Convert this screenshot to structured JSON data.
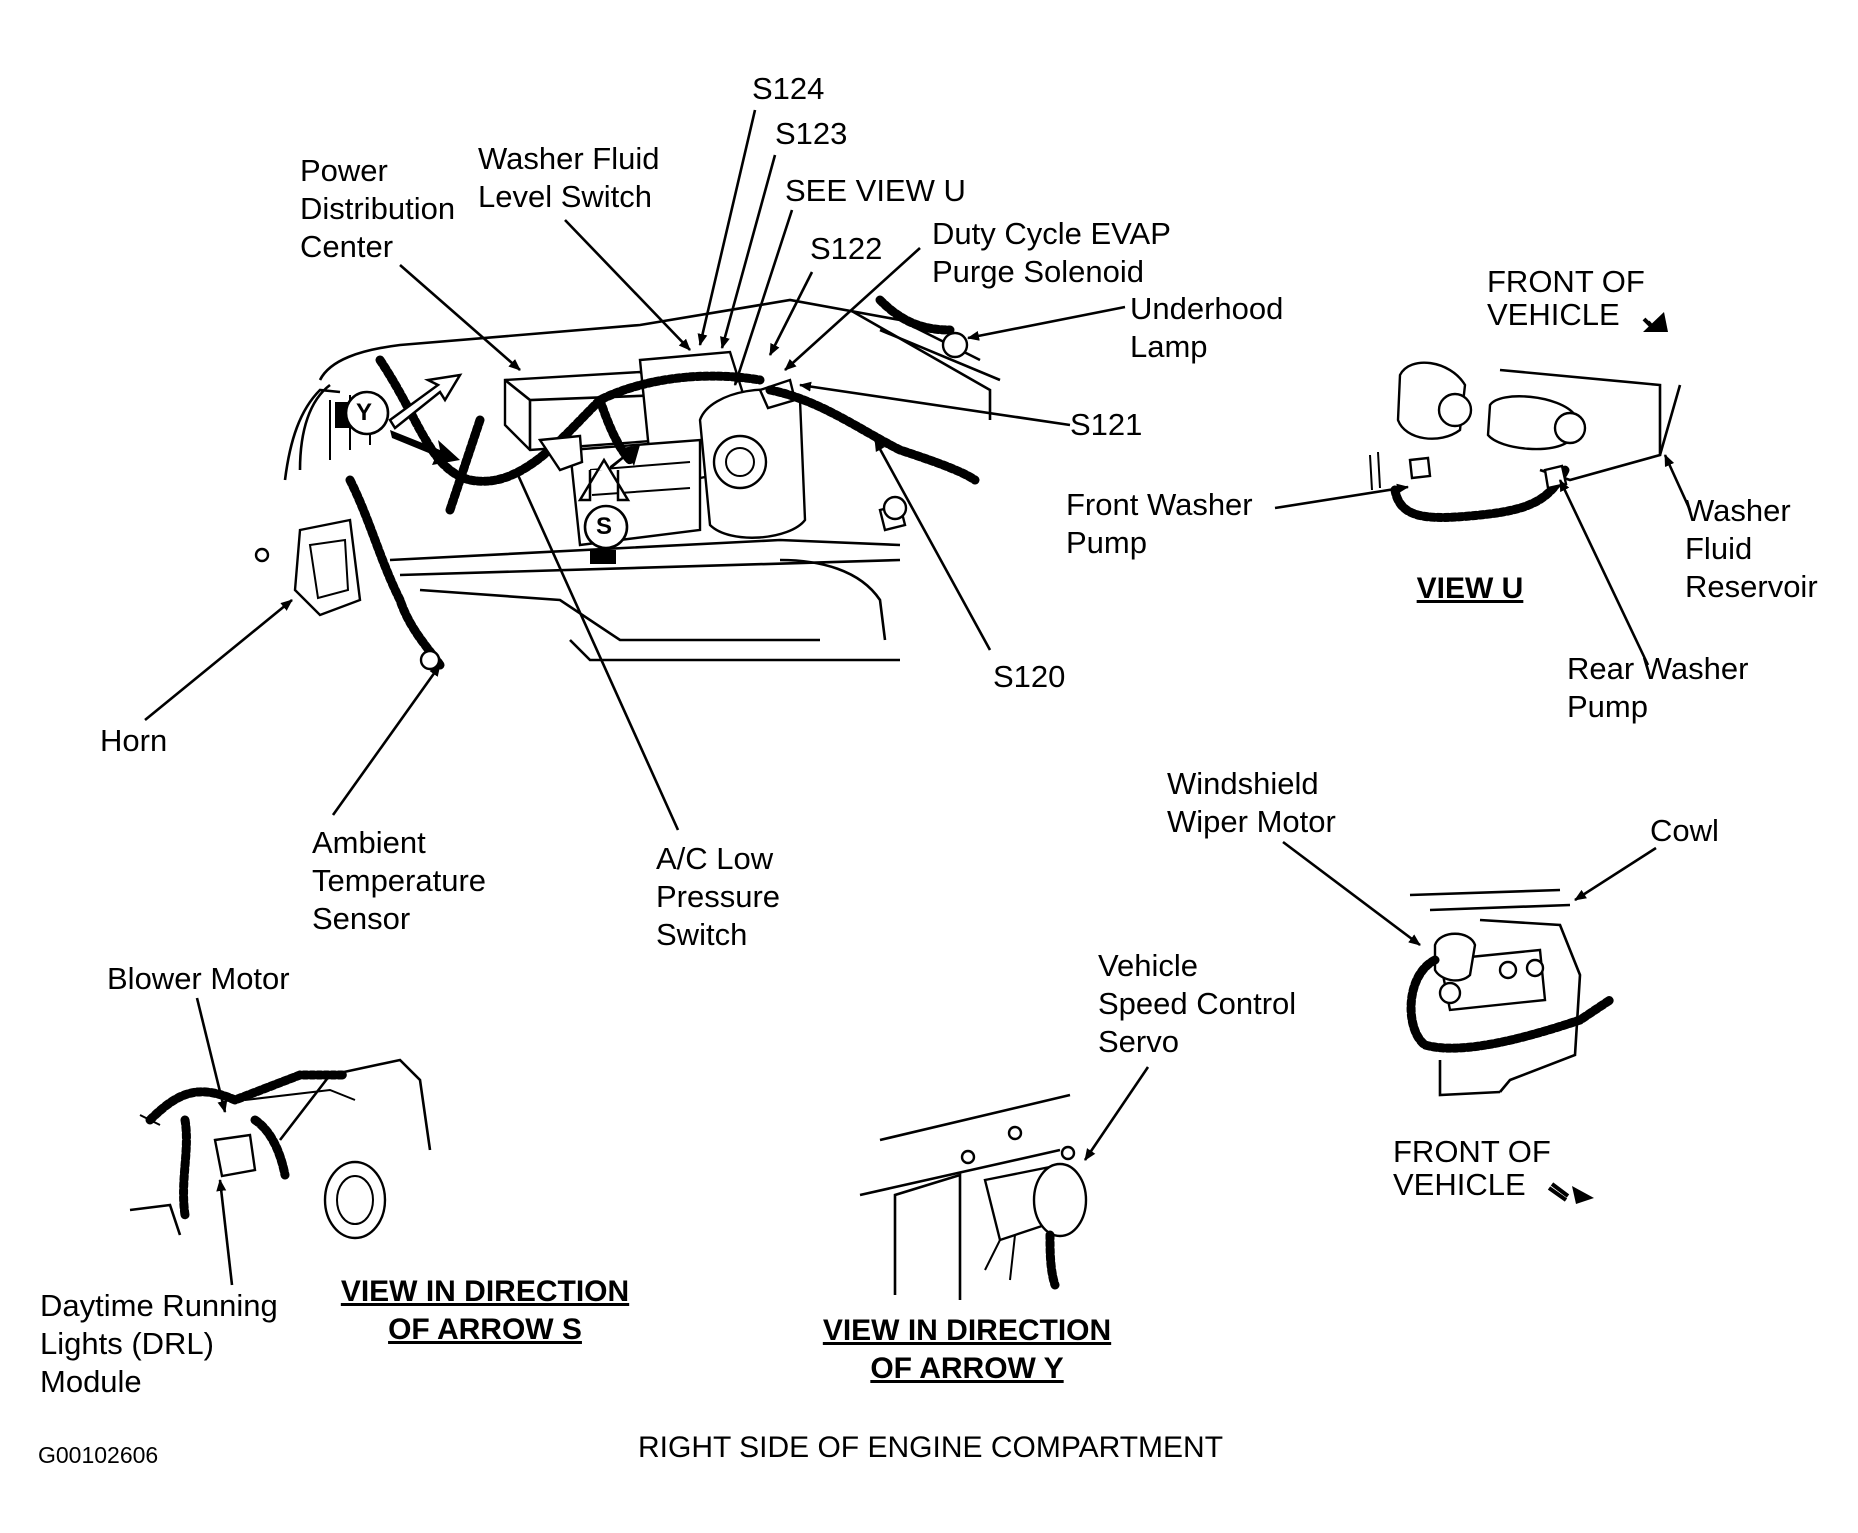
{
  "labels": {
    "s124": "S124",
    "s123": "S123",
    "see_view_u": "SEE VIEW U",
    "s122": "S122",
    "duty_cycle_evap": "Duty Cycle EVAP\nPurge Solenoid",
    "underhood_lamp": "Underhood\nLamp",
    "s121": "S121",
    "s120": "S120",
    "power_distribution_center": "Power\nDistribution\nCenter",
    "washer_fluid_level_switch": "Washer Fluid\nLevel Switch",
    "horn": "Horn",
    "ambient_temperature_sensor": "Ambient\nTemperature\nSensor",
    "ac_low_pressure_switch": "A/C Low\nPressure\nSwitch",
    "front_of_vehicle_top": "FRONT OF\nVEHICLE",
    "front_washer_pump": "Front Washer\nPump",
    "washer_fluid_reservoir": "Washer\nFluid\nReservoir",
    "rear_washer_pump": "Rear Washer\nPump",
    "windshield_wiper_motor": "Windshield\nWiper Motor",
    "cowl": "Cowl",
    "front_of_vehicle_bottom": "FRONT OF\nVEHICLE",
    "blower_motor": "Blower Motor",
    "drl_module": "Daytime Running\nLights (DRL)\nModule",
    "vehicle_speed_control_servo": "Vehicle\nSpeed Control\nServo"
  },
  "markers": {
    "y": "Y",
    "s": "S"
  },
  "view_titles": {
    "view_u": "VIEW U",
    "view_arrow_s": "VIEW IN DIRECTION\nOF ARROW S",
    "view_arrow_y": "VIEW IN DIRECTION\nOF ARROW Y"
  },
  "caption": "RIGHT SIDE OF ENGINE COMPARTMENT",
  "figure_code": "G00102606"
}
